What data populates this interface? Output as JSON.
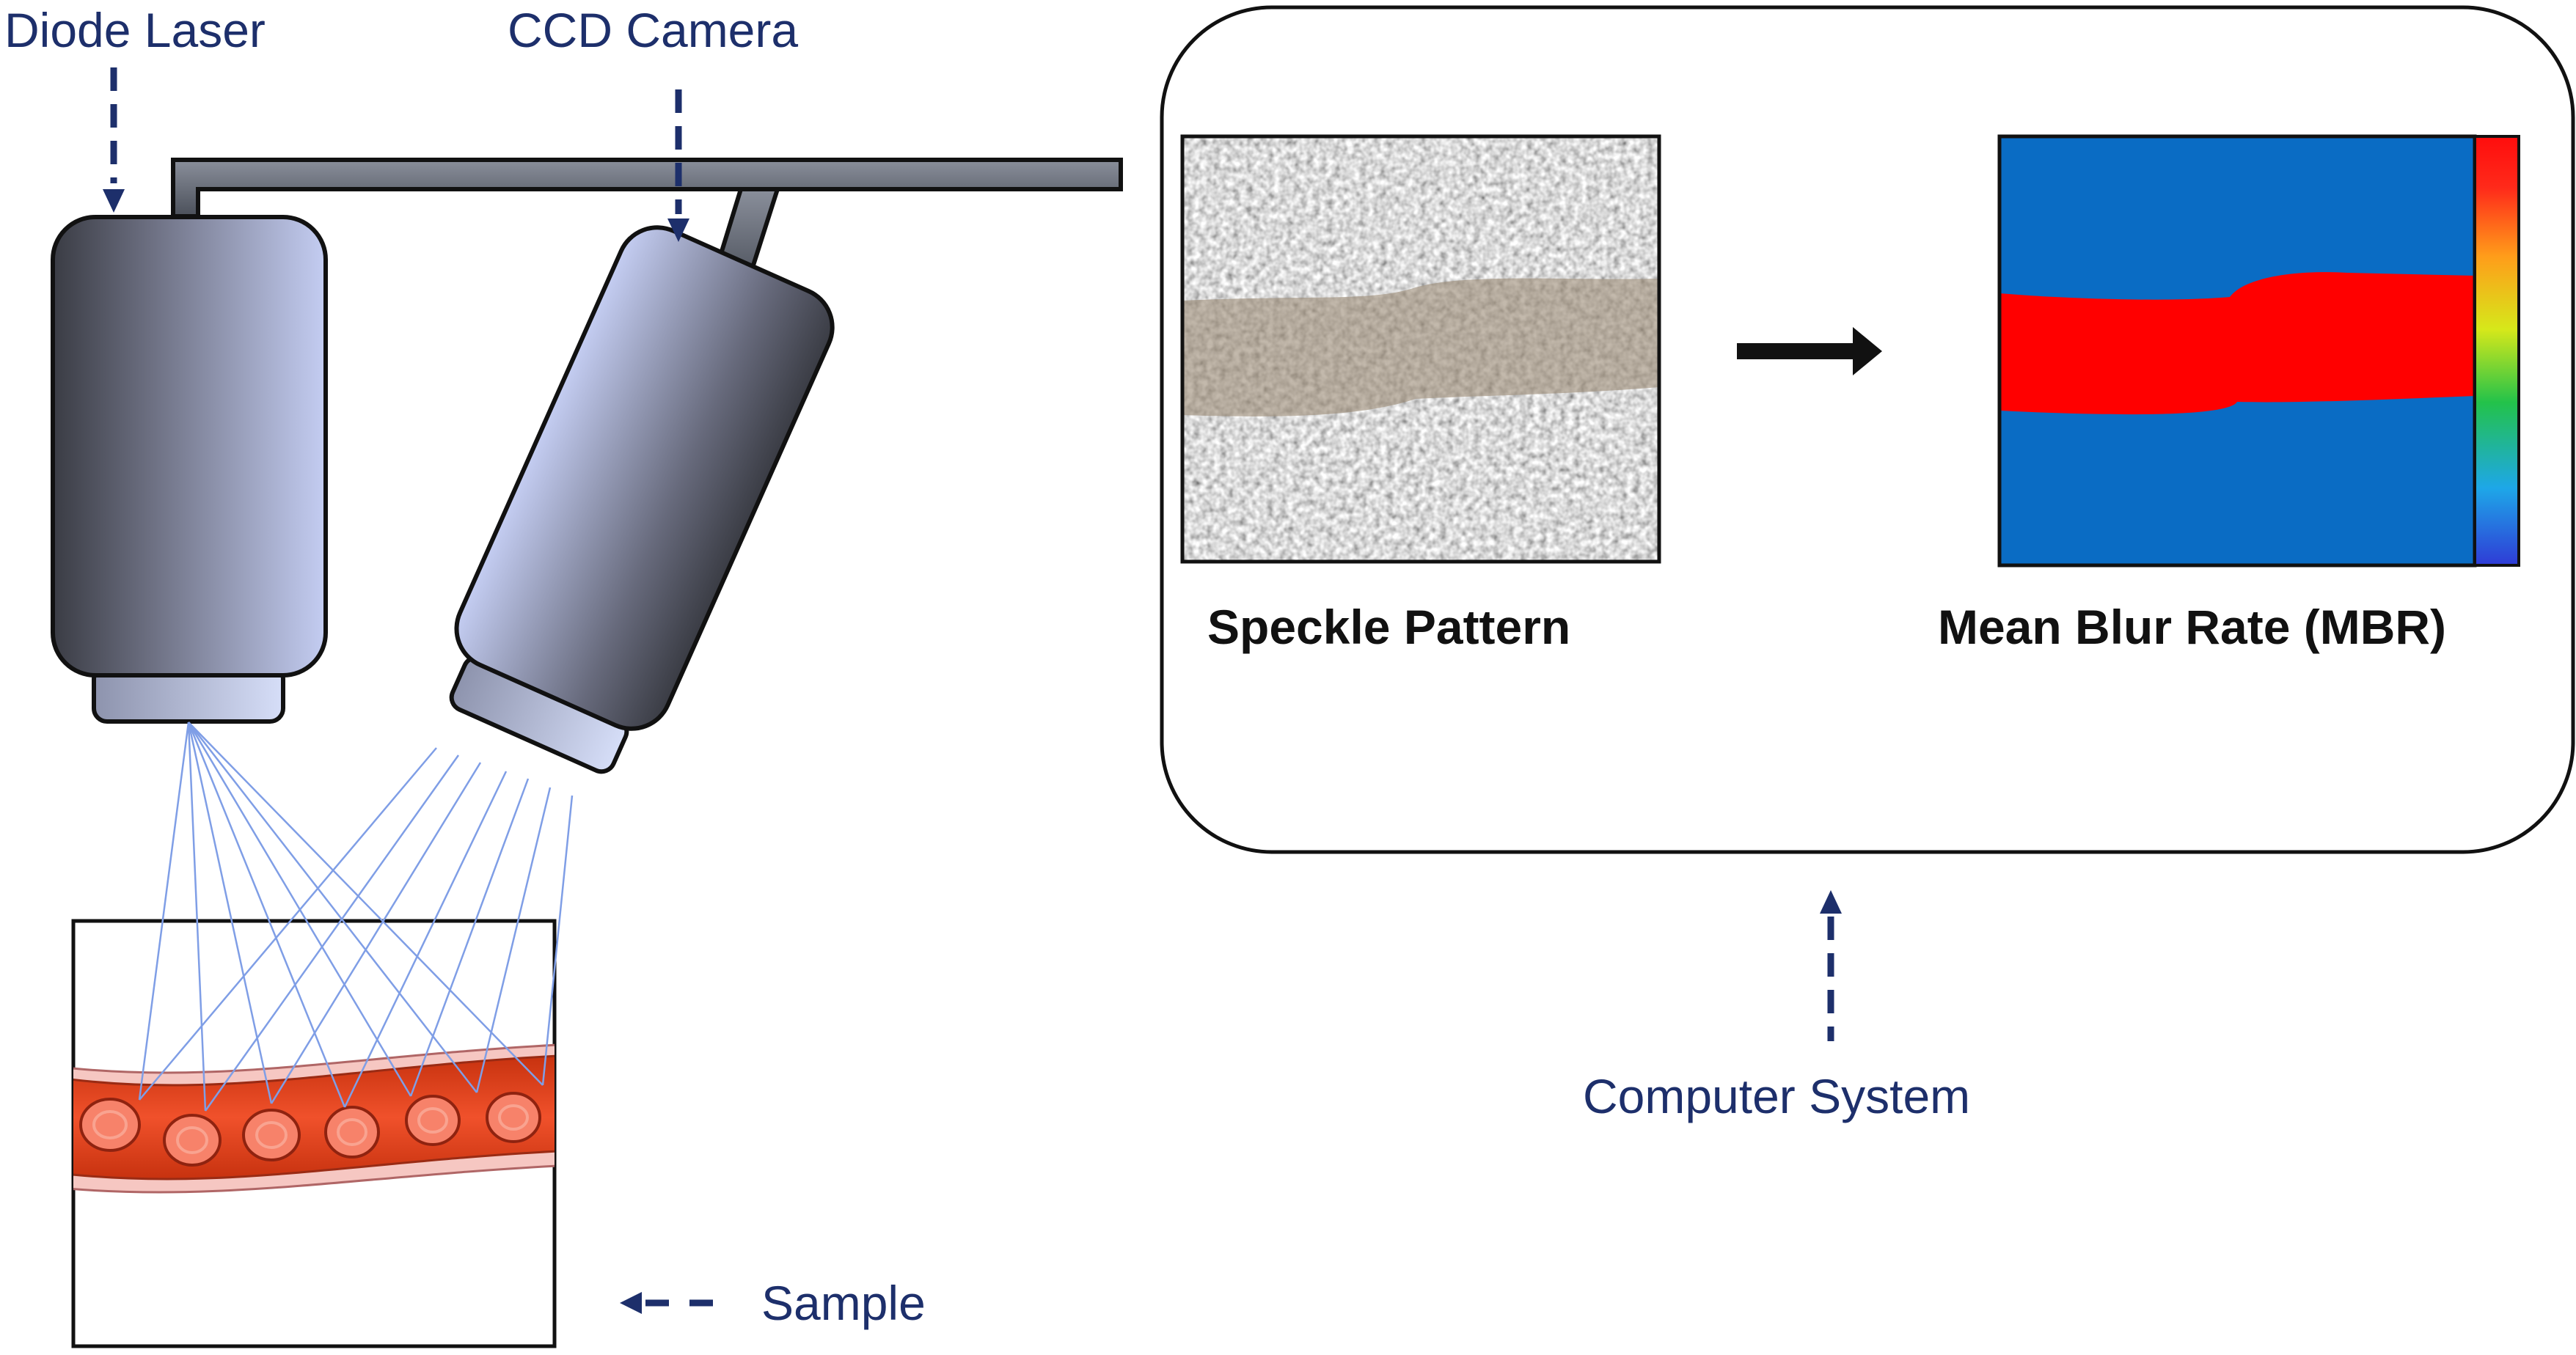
{
  "labels": {
    "diode_laser": "Diode Laser",
    "ccd_camera": "CCD Camera",
    "sample": "Sample",
    "computer_system": "Computer System"
  },
  "panels": {
    "speckle_pattern": "Speckle Pattern",
    "mbr": "Mean Blur Rate (MBR)"
  },
  "colors": {
    "annotation": "#1d2f6b",
    "beam": "#7f9ee6",
    "blood": "#e8462a",
    "mbr_background": "#0a6cc4",
    "mbr_vessel": "#ff0000",
    "arm": "#555b66"
  },
  "icons": {
    "process_arrow": "right-arrow-icon"
  }
}
